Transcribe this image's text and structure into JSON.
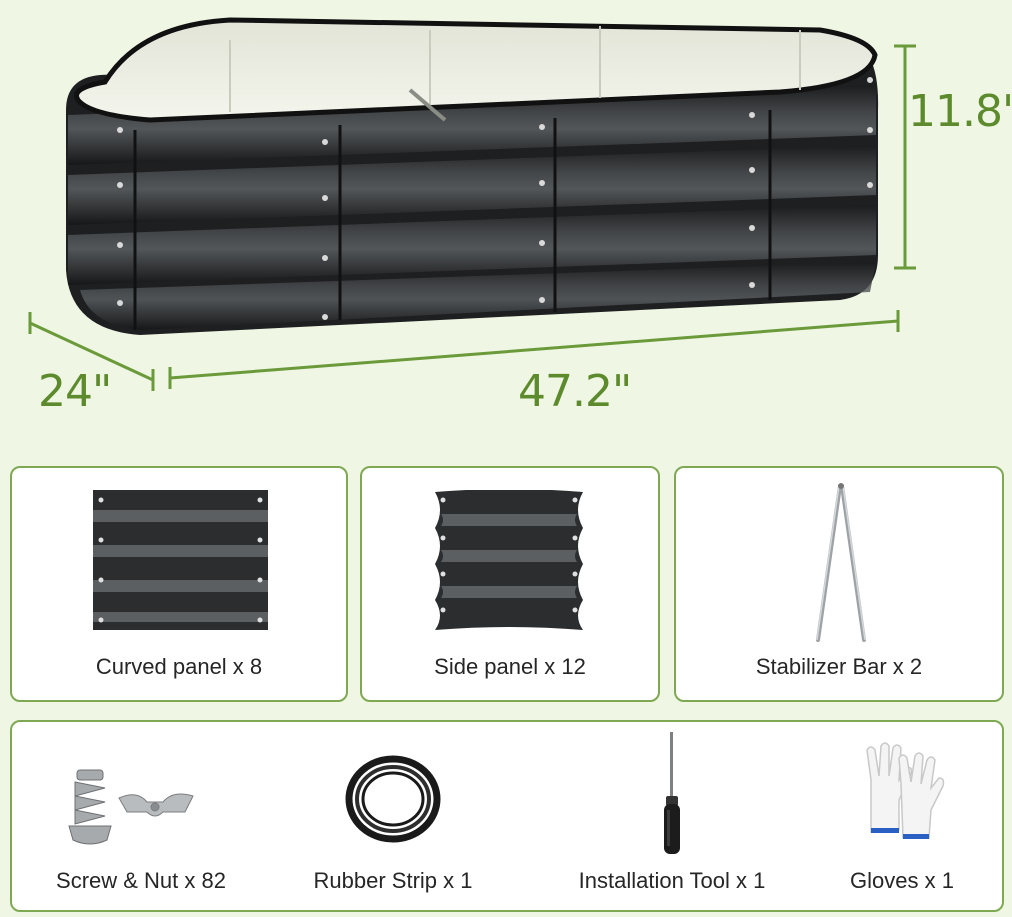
{
  "dimensions": {
    "height": "11.8\"",
    "depth": "24\"",
    "width": "47.2\""
  },
  "parts": [
    {
      "label": "Curved panel x 8"
    },
    {
      "label": "Side panel x 12"
    },
    {
      "label": "Stabilizer Bar x 2"
    }
  ],
  "accessories": [
    {
      "label": "Screw & Nut x 82"
    },
    {
      "label": "Rubber Strip x 1"
    },
    {
      "label": "Installation Tool x 1"
    },
    {
      "label": "Gloves x 1"
    }
  ],
  "colors": {
    "accent": "#5c8a2c",
    "border": "#7ea952",
    "background": "#eff6e3",
    "panel": "#2b2d2f"
  }
}
